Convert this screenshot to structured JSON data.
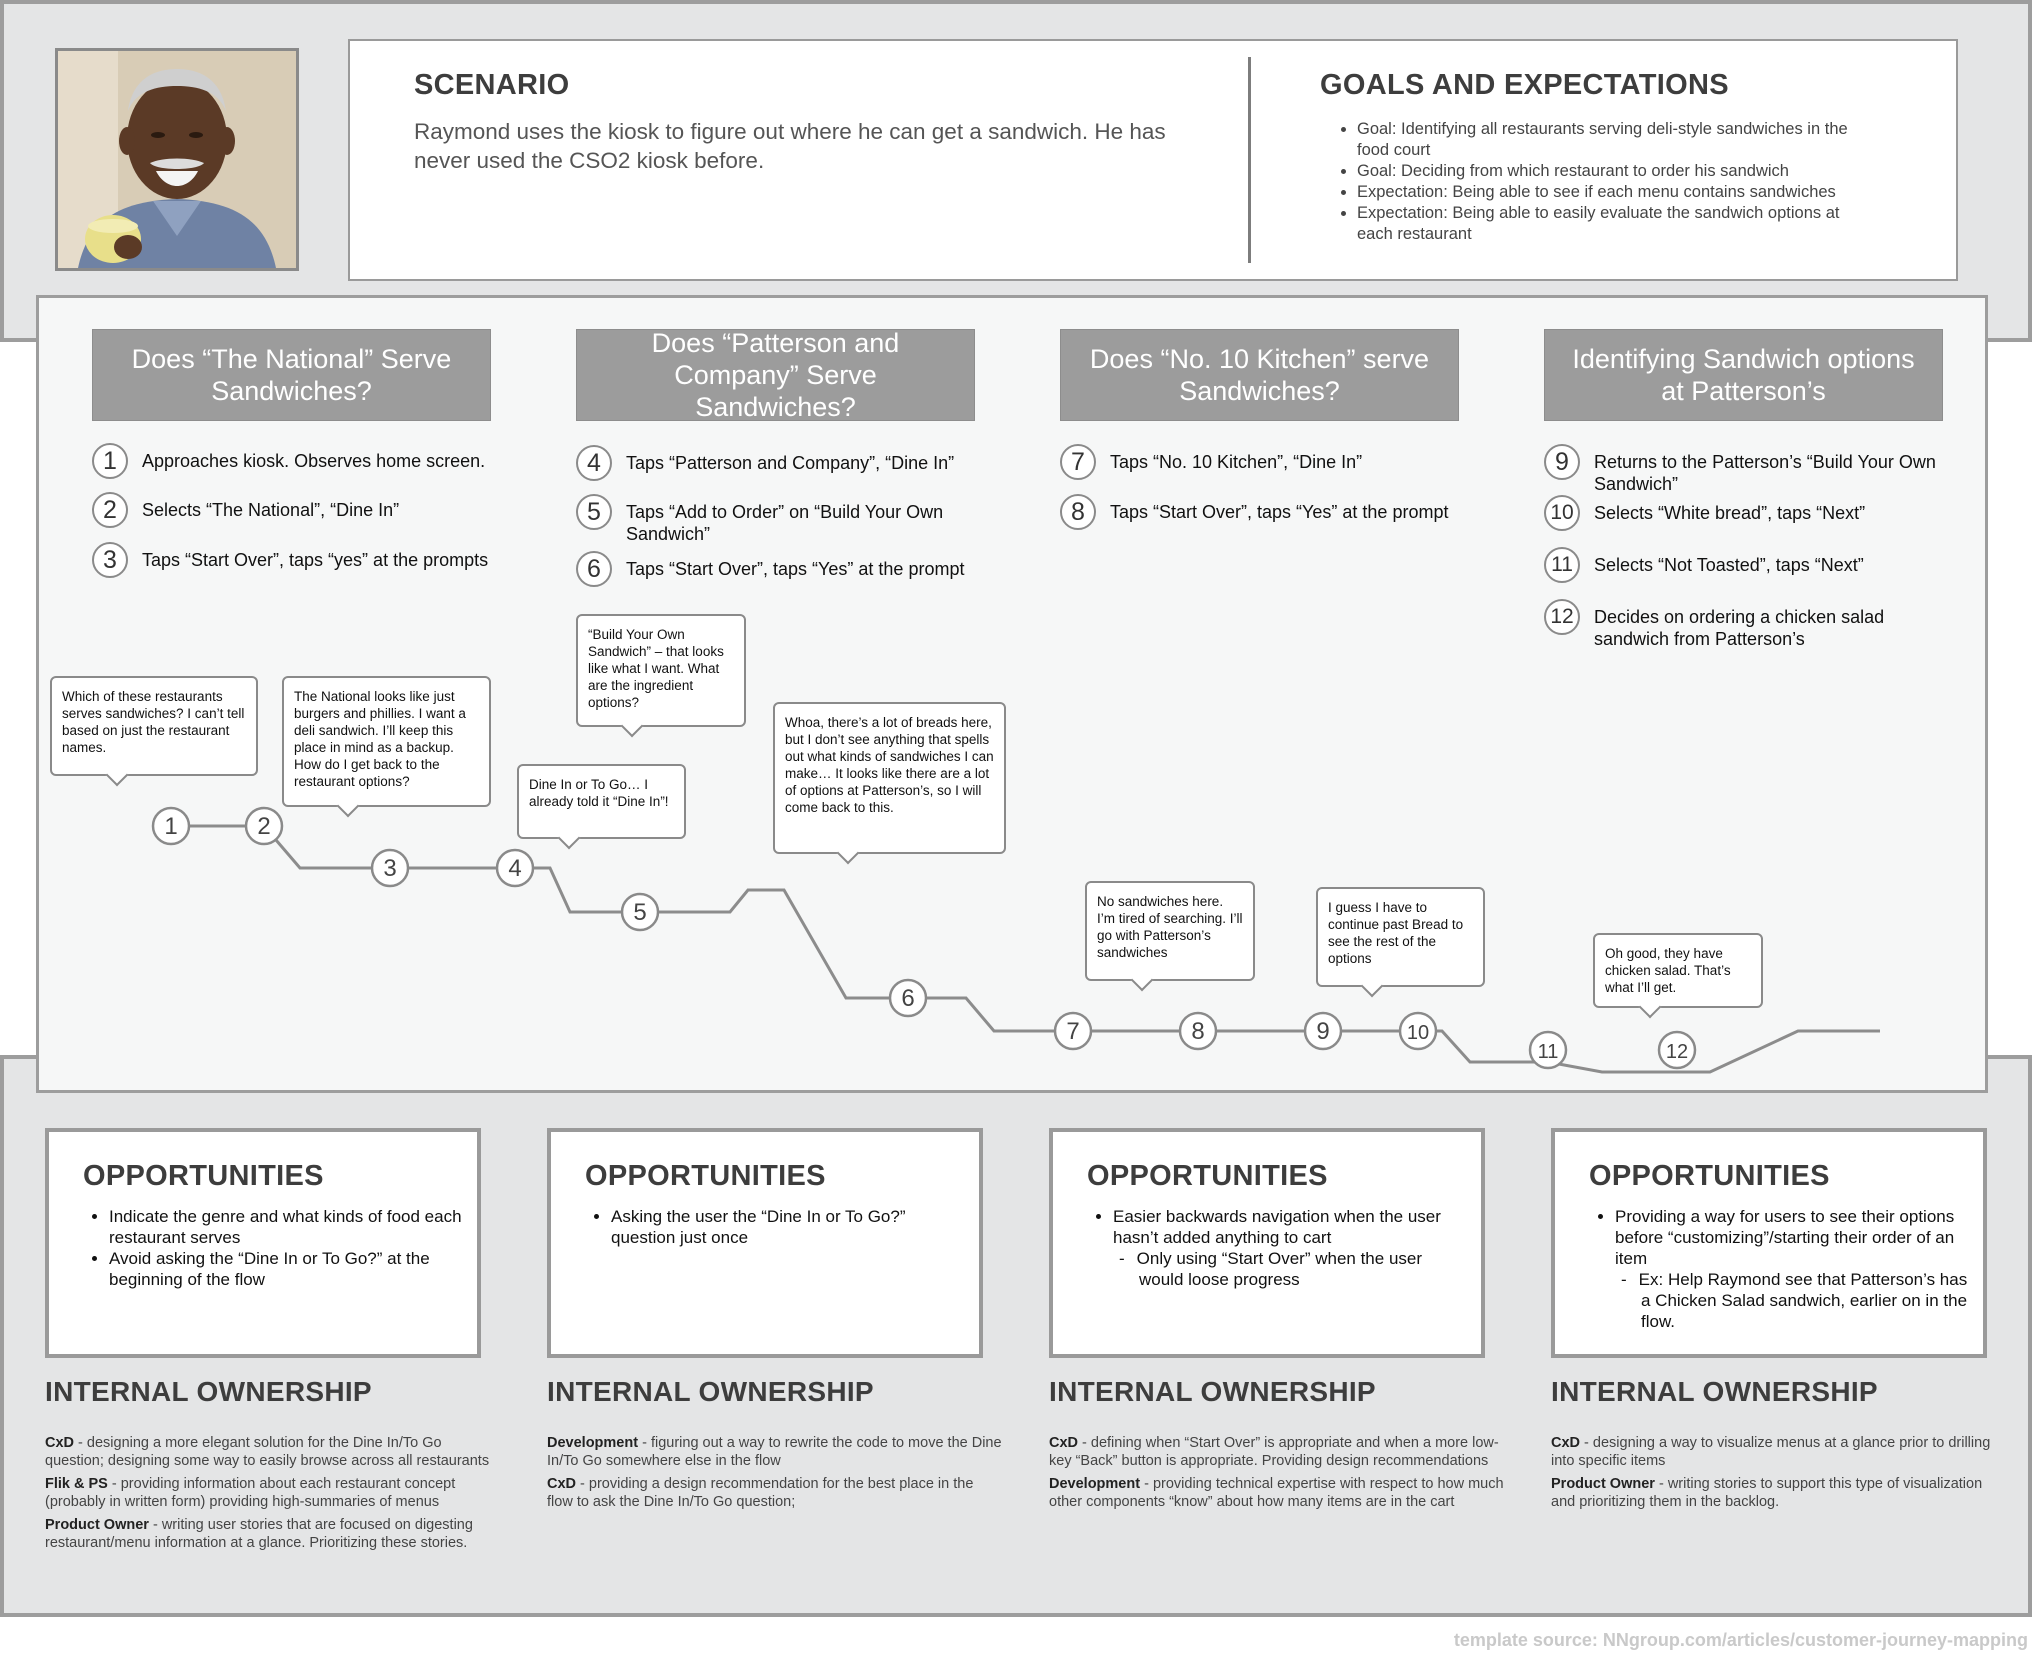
{
  "scenario": {
    "title": "SCENARIO",
    "text": "Raymond uses the kiosk to figure out where he can get a sandwich. He has never used the CSO2 kiosk before."
  },
  "goals": {
    "title": "GOALS AND EXPECTATIONS",
    "items": [
      "Goal: Identifying all restaurants serving deli-style sandwiches in the food court",
      "Goal: Deciding from which restaurant to order his sandwich",
      "Expectation: Being able to see if each menu contains sandwiches",
      "Expectation: Being able to easily evaluate the sandwich options at each restaurant"
    ]
  },
  "stages": [
    {
      "title": "Does “The National” Serve Sandwiches?",
      "steps": [
        {
          "num": "1",
          "text": "Approaches kiosk. Observes home screen."
        },
        {
          "num": "2",
          "text": "Selects “The National”, “Dine In”"
        },
        {
          "num": "3",
          "text": "Taps “Start Over”, taps “yes” at the prompts"
        }
      ]
    },
    {
      "title": "Does “Patterson and Company” Serve Sandwiches?",
      "steps": [
        {
          "num": "4",
          "text": "Taps “Patterson and Company”, “Dine In”"
        },
        {
          "num": "5",
          "text": "Taps “Add to Order” on “Build Your Own Sandwich”"
        },
        {
          "num": "6",
          "text": "Taps “Start Over”, taps “Yes” at the prompt"
        }
      ]
    },
    {
      "title": "Does “No. 10 Kitchen” serve Sandwiches?",
      "steps": [
        {
          "num": "7",
          "text": "Taps “No. 10 Kitchen”, “Dine In”"
        },
        {
          "num": "8",
          "text": "Taps “Start Over”, taps “Yes” at the prompt"
        }
      ]
    },
    {
      "title": "Identifying Sandwich options at Patterson’s",
      "steps": [
        {
          "num": "9",
          "text": "Returns to the Patterson’s “Build Your Own Sandwich”"
        },
        {
          "num": "10",
          "text": "Selects “White bread”, taps “Next”"
        },
        {
          "num": "11",
          "text": "Selects “Not Toasted”, taps “Next”"
        },
        {
          "num": "12",
          "text": "Decides on ordering a chicken salad sandwich from Patterson’s"
        }
      ]
    }
  ],
  "journey": {
    "nodes": [
      "1",
      "2",
      "3",
      "4",
      "5",
      "6",
      "7",
      "8",
      "9",
      "10",
      "11",
      "12"
    ],
    "bubbles": [
      "Which of these restaurants serves sandwiches? I can’t tell based on just the restaurant names.",
      "The National looks like just burgers and phillies. I want a deli sandwich. I’ll keep this place in mind as a backup. How do I get back to the restaurant options?",
      "Dine In or To Go… I already told it “Dine In”!",
      "“Build Your Own Sandwich” – that looks like what I want. What are the ingredient options?",
      "Whoa, there’s a lot of breads here, but I don’t see anything that spells out what kinds of sandwiches I can make… It looks like there are a lot of options at Patterson’s, so I will come back to this.",
      "No sandwiches here. I’m tired of searching. I’ll go with Patterson’s sandwiches",
      "I guess I have to continue past Bread to see the rest of the options",
      "Oh good, they have chicken salad. That’s what I’ll get."
    ]
  },
  "opportunities": [
    {
      "title": "OPPORTUNITIES",
      "items": [
        {
          "text": "Indicate the genre and what kinds of food each restaurant serves",
          "sub": []
        },
        {
          "text": "Avoid asking the “Dine In or To Go?” at the beginning of the flow",
          "sub": []
        }
      ]
    },
    {
      "title": "OPPORTUNITIES",
      "items": [
        {
          "text": "Asking the user the “Dine In or To Go?” question just once",
          "sub": []
        }
      ]
    },
    {
      "title": "OPPORTUNITIES",
      "items": [
        {
          "text": "Easier backwards navigation when the user hasn’t added anything to cart",
          "sub": [
            "Only using “Start Over” when the user would loose progress"
          ]
        }
      ]
    },
    {
      "title": "OPPORTUNITIES",
      "items": [
        {
          "text": "Providing a way for users to see their options before “customizing”/starting their order of an item",
          "sub": [
            "Ex: Help Raymond see that Patterson’s has a Chicken Salad sandwich, earlier on in the flow."
          ]
        }
      ]
    }
  ],
  "ownership": [
    {
      "title": "INTERNAL OWNERSHIP",
      "entries": [
        {
          "role": "CxD",
          "text": " - designing a more elegant solution for the Dine In/To Go question; designing some way to easily browse across all restaurants"
        },
        {
          "role": "Flik & PS",
          "text": " - providing information about each restaurant concept (probably in written form) providing high-summaries of menus"
        },
        {
          "role": "Product Owner",
          "text": " - writing user stories that are focused on digesting restaurant/menu information at a glance. Prioritizing these stories."
        }
      ]
    },
    {
      "title": "INTERNAL OWNERSHIP",
      "entries": [
        {
          "role": "Development",
          "text": " - figuring out a way to rewrite the code to move the Dine In/To Go somewhere else in the flow"
        },
        {
          "role": "CxD",
          "text": " - providing a design recommendation for the best place in the flow to ask the Dine In/To Go question;"
        }
      ]
    },
    {
      "title": "INTERNAL OWNERSHIP",
      "entries": [
        {
          "role": "CxD",
          "text": " - defining when “Start Over” is appropriate and when a more low-key “Back” button is appropriate. Providing design recommendations"
        },
        {
          "role": "Development",
          "text": " - providing technical expertise with respect to how much other components “know” about how many items are in the cart"
        }
      ]
    },
    {
      "title": "INTERNAL OWNERSHIP",
      "entries": [
        {
          "role": "CxD",
          "text": " - designing a way to visualize menus at a glance prior to drilling into specific items"
        },
        {
          "role": "Product Owner",
          "text": " - writing stories to support this type of visualization and prioritizing them in the backlog."
        }
      ]
    }
  ],
  "footer": "template source: NNgroup.com/articles/customer-journey-mapping"
}
